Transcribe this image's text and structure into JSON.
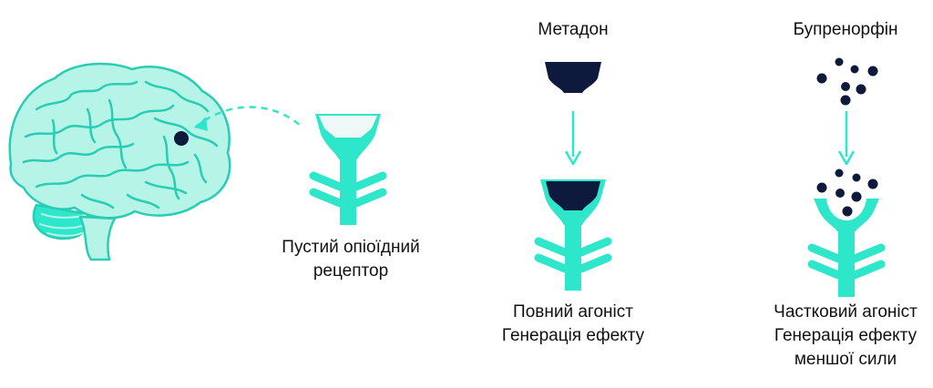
{
  "colors": {
    "teal": "#2ee6c9",
    "teal_light": "#b7f4e8",
    "teal_stroke": "#28cdb3",
    "navy": "#0e1a3d",
    "receptor_pale": "#eef8f6"
  },
  "icons": {
    "brain": "brain-illustration",
    "arrow": "down-arrow-icon"
  },
  "empty_receptor": {
    "caption_line1": "Пустий опіоїдний",
    "caption_line2": "рецептор"
  },
  "methadone": {
    "title": "Метадон",
    "caption_line1": "Повний агоніст",
    "caption_line2": "Генерація ефекту"
  },
  "buprenorphine": {
    "title": "Бупренорфін",
    "caption_line1": "Частковий агоніст",
    "caption_line2": "Генерація ефекту",
    "caption_line3": "меншої сили"
  }
}
